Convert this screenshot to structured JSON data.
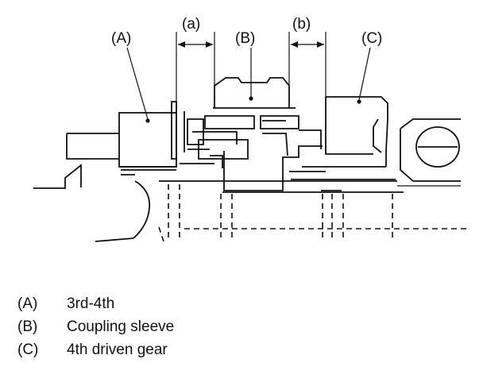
{
  "diagram": {
    "callouts": {
      "a": "(a)",
      "b": "(b)",
      "A": "(A)",
      "B": "(B)",
      "C": "(C)"
    }
  },
  "legend": [
    {
      "key": "(A)",
      "text": "3rd-4th"
    },
    {
      "key": "(B)",
      "text": "Coupling sleeve"
    },
    {
      "key": "(C)",
      "text": "4th driven gear"
    }
  ]
}
